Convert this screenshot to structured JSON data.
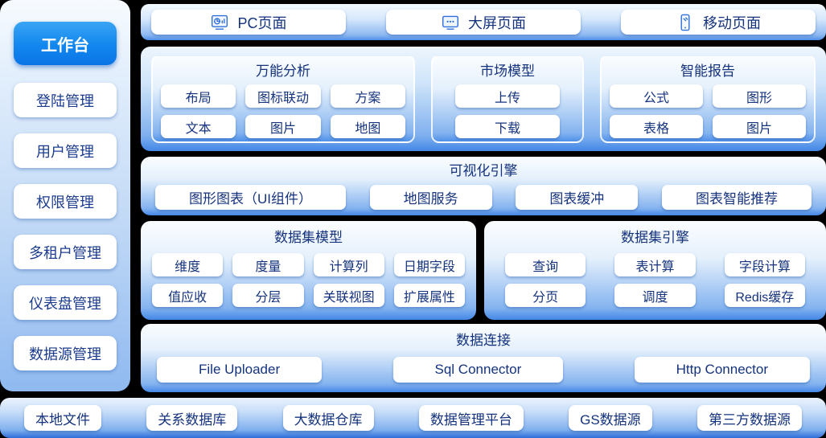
{
  "colors": {
    "page_background": "#000000",
    "accent_blue": "#0a74e6",
    "panel_blue_bottom": "#4387e6",
    "text_navy": "#15337d",
    "button_white": "#ffffff"
  },
  "sidebar": {
    "active_item": "工作台",
    "items": [
      "登陆管理",
      "用户管理",
      "权限管理",
      "多租户管理",
      "仪表盘管理",
      "数据源管理"
    ]
  },
  "top_bar": {
    "items": [
      {
        "label": "PC页面",
        "icon": "pc-monitor-chart-icon"
      },
      {
        "label": "大屏页面",
        "icon": "bigscreen-monitor-icon"
      },
      {
        "label": "移动页面",
        "icon": "mobile-phone-icon"
      }
    ]
  },
  "analysis_row": {
    "panels": [
      {
        "title": "万能分析",
        "items": [
          "布局",
          "图标联动",
          "方案",
          "文本",
          "图片",
          "地图"
        ]
      },
      {
        "title": "市场模型",
        "items": [
          "上传",
          "下载"
        ]
      },
      {
        "title": "智能报告",
        "items": [
          "公式",
          "图形",
          "表格",
          "图片"
        ]
      }
    ]
  },
  "viz_engine": {
    "title": "可视化引擎",
    "items": [
      "图形图表（UI组件）",
      "地图服务",
      "图表缓冲",
      "图表智能推荐"
    ]
  },
  "dataset_row": {
    "panels": [
      {
        "title": "数据集模型",
        "items": [
          "维度",
          "度量",
          "计算列",
          "日期字段",
          "值应收",
          "分层",
          "关联视图",
          "扩展属性"
        ]
      },
      {
        "title": "数据集引擎",
        "items": [
          "查询",
          "表计算",
          "字段计算",
          "分页",
          "调度",
          "Redis缓存"
        ]
      }
    ]
  },
  "data_connect": {
    "title": "数据连接",
    "items": [
      "File Uploader",
      "Sql Connector",
      "Http Connector"
    ]
  },
  "bottom_bar": {
    "items": [
      "本地文件",
      "关系数据库",
      "大数据仓库",
      "数据管理平台",
      "GS数据源",
      "第三方数据源"
    ]
  }
}
